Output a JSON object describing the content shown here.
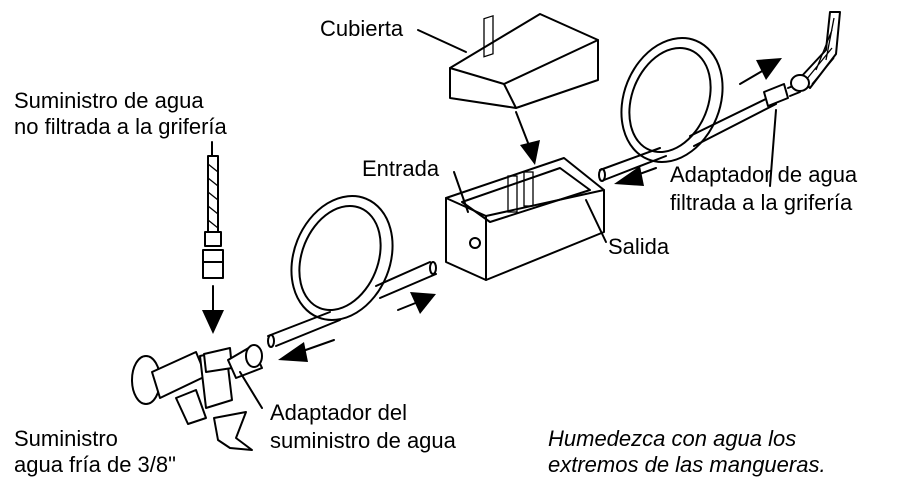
{
  "labels": {
    "cubierta": "Cubierta",
    "supply_unfiltered_1": "Suministro de agua",
    "supply_unfiltered_2": "no filtrada a la grifería",
    "entrada": "Entrada",
    "salida": "Salida",
    "adapter_filtered_1": "Adaptador de agua",
    "adapter_filtered_2": "filtrada a la grifería",
    "adapter_supply_1": "Adaptador del",
    "adapter_supply_2": "suministro de agua",
    "cold_supply_1": "Suministro",
    "cold_supply_2": "agua fría de 3/8\""
  },
  "note": {
    "line1": "Humedezca con agua los",
    "line2": "extremos  de las mangueras."
  },
  "colors": {
    "ink": "#000000",
    "background": "#ffffff"
  }
}
